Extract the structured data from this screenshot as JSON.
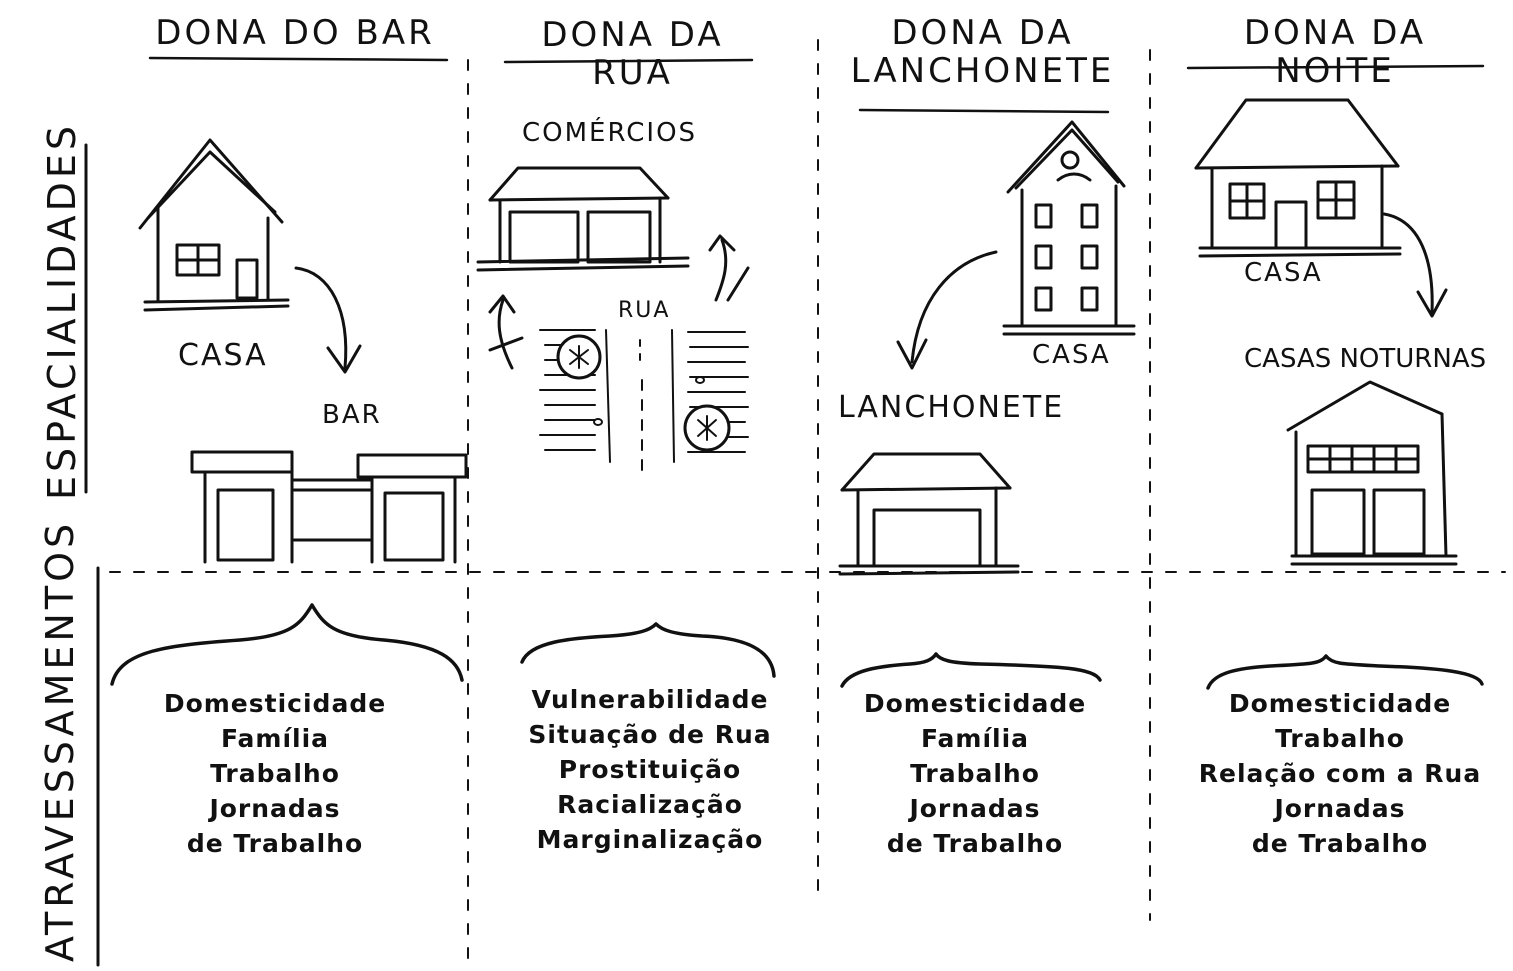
{
  "row_labels": {
    "spatialities": "ESPACIALIDADES",
    "crossings": "ATRAVESSAMENTOS"
  },
  "columns": [
    {
      "title": "DONA DO BAR",
      "places": [
        "CASA",
        "BAR"
      ],
      "crossings": [
        "Domesticidade",
        "Família",
        "Trabalho",
        "Jornadas",
        "de Trabalho"
      ]
    },
    {
      "title": "DONA DA RUA",
      "places": [
        "COMÉRCIOS",
        "RUA"
      ],
      "crossings": [
        "Vulnerabilidade",
        "Situação de Rua",
        "Prostituição",
        "Racialização",
        "Marginalização"
      ]
    },
    {
      "title_lines": [
        "DONA DA",
        "LANCHONETE"
      ],
      "places": [
        "CASA",
        "LANCHONETE"
      ],
      "crossings": [
        "Domesticidade",
        "Família",
        "Trabalho",
        "Jornadas",
        "de Trabalho"
      ]
    },
    {
      "title": "DONA DA NOITE",
      "places": [
        "CASA",
        "CASAS NOTURNAS"
      ],
      "crossings": [
        "Domesticidade",
        "Trabalho",
        "Relação com a Rua",
        "Jornadas",
        "de Trabalho"
      ]
    }
  ],
  "ink_color": "#111111"
}
